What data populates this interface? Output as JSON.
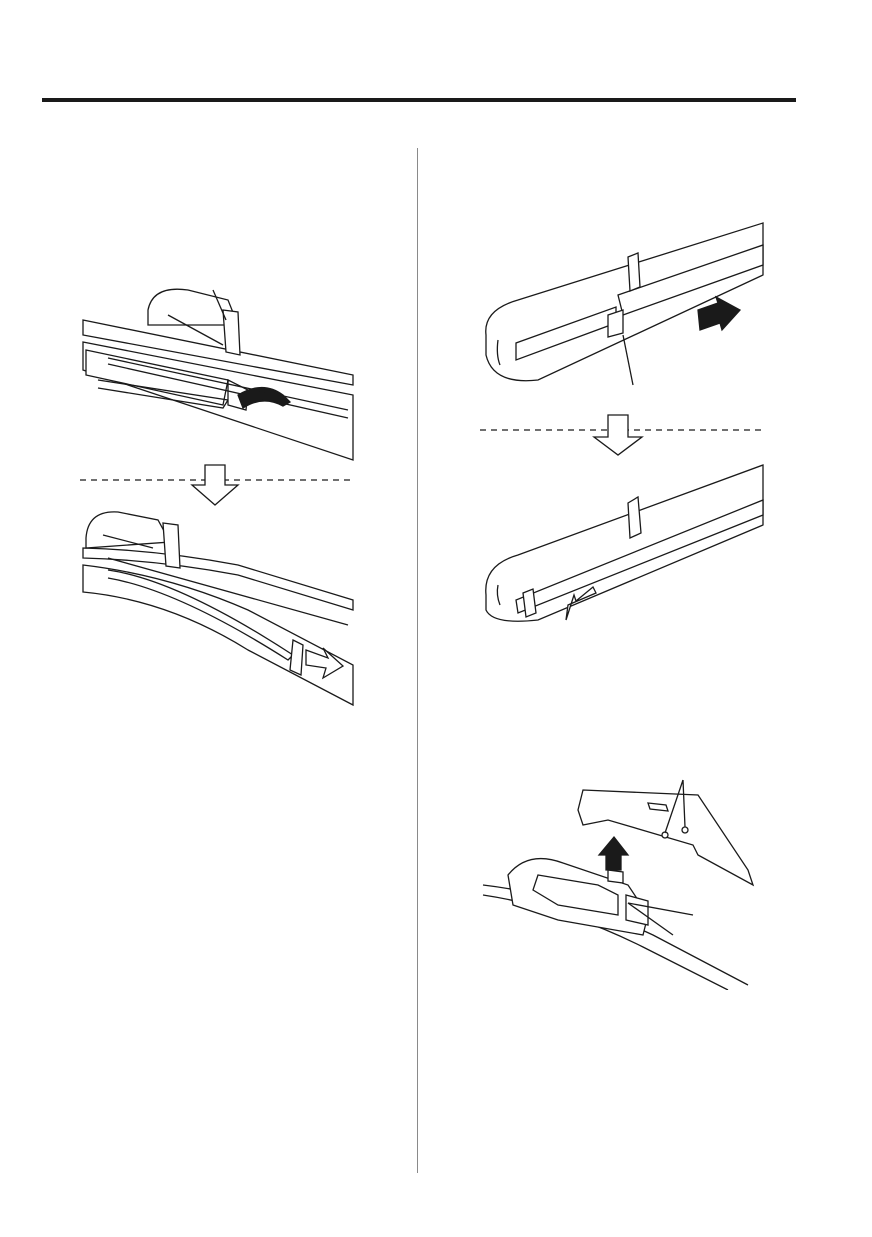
{
  "page": {
    "header_rule": true,
    "column_divider": true
  },
  "figures": [
    {
      "name": "old-rubber-removal-step-1",
      "icons": [
        "wiper-blade-end-cap",
        "pull-arrow"
      ]
    },
    {
      "name": "old-rubber-removal-step-2",
      "icons": [
        "wiper-blade-end-cap",
        "slide-out-arrow"
      ]
    },
    {
      "name": "new-rubber-insert-step-1",
      "icons": [
        "wiper-blade-end-cap",
        "insert-arrow"
      ]
    },
    {
      "name": "new-rubber-insert-step-2",
      "icons": [
        "wiper-blade-end-cap",
        "slide-in-arrow"
      ]
    },
    {
      "name": "wiper-arm-attach",
      "icons": [
        "wiper-arm",
        "lift-arrow",
        "locking-tabs"
      ]
    }
  ],
  "colors": {
    "line": "#1a1a1a",
    "fill_light": "#ffffff",
    "fill_gray": "#d9d9d9",
    "arrow_dark": "#1a1a1a",
    "arrow_open": "#ffffff"
  }
}
